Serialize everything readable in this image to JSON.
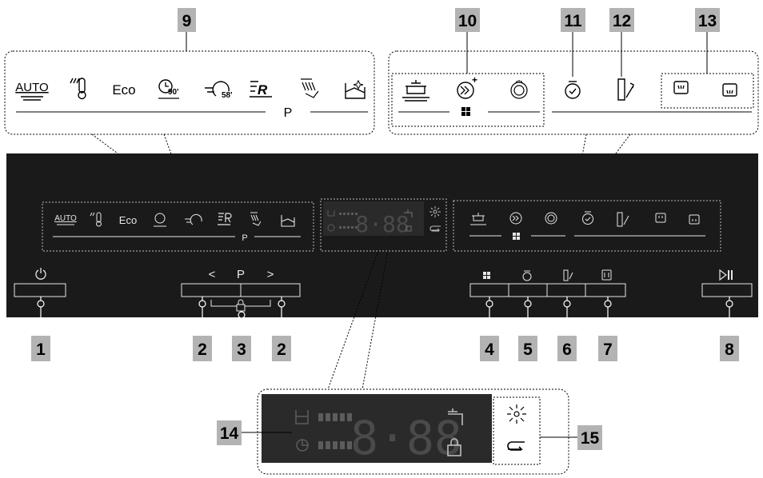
{
  "colors": {
    "panel": "#1a1a1a",
    "callout_box": "#b3b3b3",
    "panel_text": "#e6e6e6",
    "display_bg": "#2a2a2a",
    "display_segment": "#4a4a4a",
    "display_icon": "#bdbdbd"
  },
  "programs": {
    "auto": "AUTO",
    "eco": "Eco",
    "quick_90": "90'",
    "quick_58": "58'",
    "rinse_mark": "R",
    "group_label": "P"
  },
  "options": {
    "quick_plus": "+"
  },
  "control_row": {
    "prev": "<",
    "program": "P",
    "next": ">"
  },
  "display": {
    "digits": "8·88"
  },
  "callouts": [
    "1",
    "2",
    "3",
    "2",
    "4",
    "5",
    "6",
    "7",
    "8",
    "9",
    "10",
    "11",
    "12",
    "13",
    "14",
    "15"
  ]
}
